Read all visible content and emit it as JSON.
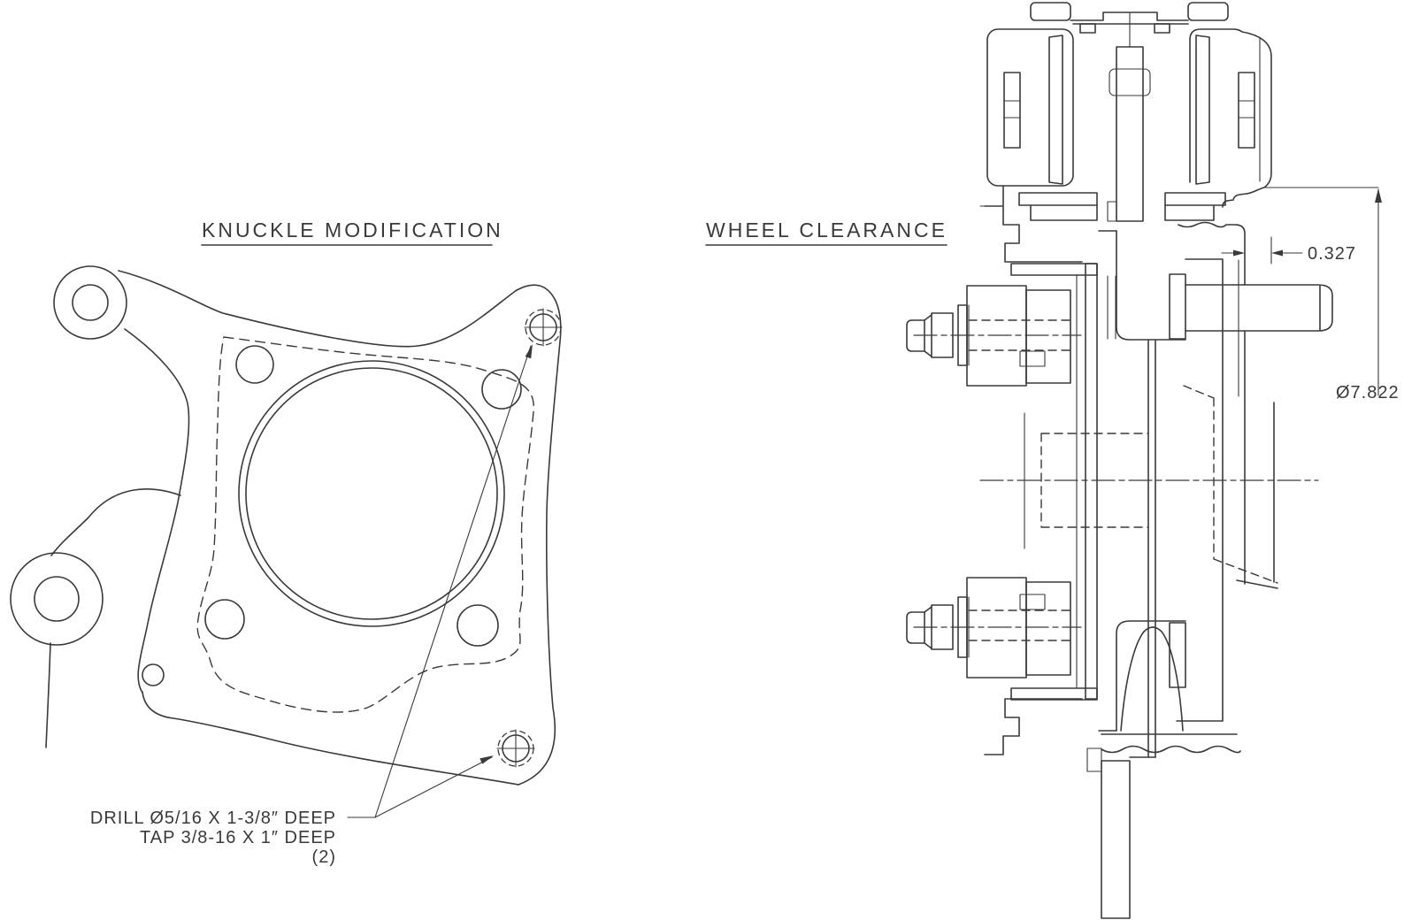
{
  "page": {
    "background": "#ffffff",
    "ink_color": "#3a3a3a"
  },
  "views": {
    "knuckle": {
      "title": "KNUCKLE MODIFICATION",
      "note": {
        "line1": "DRILL Ø5/16 X 1-3/8″ DEEP",
        "line2": "TAP 3/8-16 X 1″ DEEP",
        "line3": "(2)"
      }
    },
    "wheel": {
      "title": "WHEEL CLEARANCE",
      "dimensions": {
        "clearance": "0.327",
        "diameter": "Ø7.822"
      }
    }
  }
}
